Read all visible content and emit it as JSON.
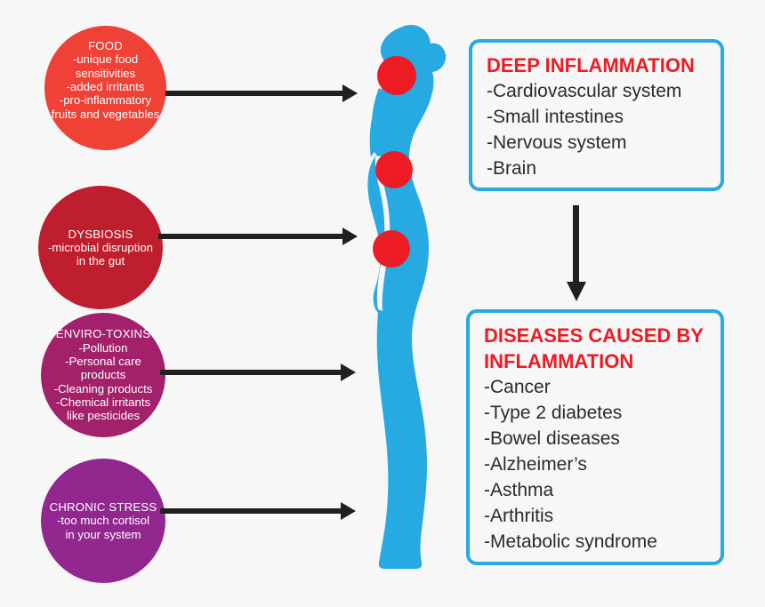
{
  "causes": [
    {
      "id": "food",
      "title": "FOOD",
      "lines": [
        "-unique food",
        "sensitivities",
        "-added irritants",
        "-pro-inflammatory",
        "fruits and vegetables"
      ],
      "color": "#ef4136"
    },
    {
      "id": "dysbiosis",
      "title": "DYSBIOSIS",
      "lines": [
        "-microbial disruption",
        "in the gut"
      ],
      "color": "#be1e2d"
    },
    {
      "id": "enviro-toxins",
      "title": "ENVIRO-TOXINS",
      "lines": [
        "-Pollution",
        "-Personal care products",
        "-Cleaning products",
        "-Chemical irritants",
        "like pesticides"
      ],
      "color": "#a3206b"
    },
    {
      "id": "chronic-stress",
      "title": "CHRONIC STRESS",
      "lines": [
        "-too much cortisol",
        "in your system"
      ],
      "color": "#92278f"
    }
  ],
  "figure": {
    "name": "female-body-silhouette",
    "body_color": "#27a9e1",
    "hotspot_color": "#ed1c24",
    "hotspots": [
      "head",
      "chest",
      "gut"
    ]
  },
  "boxes": {
    "deep_inflammation": {
      "title": "DEEP INFLAMMATION",
      "items": [
        "-Cardiovascular system",
        "-Small intestines",
        "-Nervous system",
        "-Brain"
      ],
      "title_color": "#ed1c24",
      "border_color": "#27a9e1"
    },
    "diseases": {
      "title_line_1": "DISEASES CAUSED BY",
      "title_line_2": "INFLAMMATION",
      "items": [
        "-Cancer",
        "-Type 2 diabetes",
        "-Bowel diseases",
        "-Alzheimer’s",
        "-Asthma",
        "-Arthritis",
        "-Metabolic syndrome"
      ],
      "title_color": "#ed1c24",
      "border_color": "#27a9e1"
    }
  },
  "arrows": {
    "color": "#231f20",
    "horizontal_count": 4,
    "vertical_count": 1
  }
}
